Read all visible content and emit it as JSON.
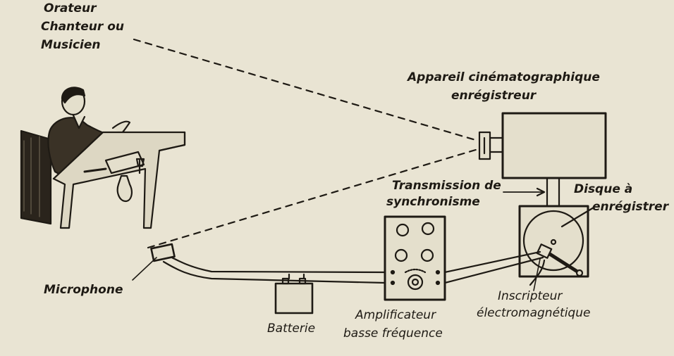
{
  "labels": {
    "speaker_line1": "Orateur",
    "speaker_line2": "Chanteur ou",
    "speaker_line3": "Musicien",
    "camera_line1": "Appareil cinématographique",
    "camera_line2": "enrégistreur",
    "sync_line1": "Transmission de",
    "sync_line2": "synchronisme",
    "disc_line1": "Disque à",
    "disc_line2": "enrégistrer",
    "microphone": "Microphone",
    "battery": "Batterie",
    "amp_line1": "Amplificateur",
    "amp_line2": "basse fréquence",
    "pickup_line1": "Inscripteur",
    "pickup_line2": "électromagnétique"
  },
  "colors": {
    "paper": "#e9e4d3",
    "ink": "#1e1a14"
  }
}
